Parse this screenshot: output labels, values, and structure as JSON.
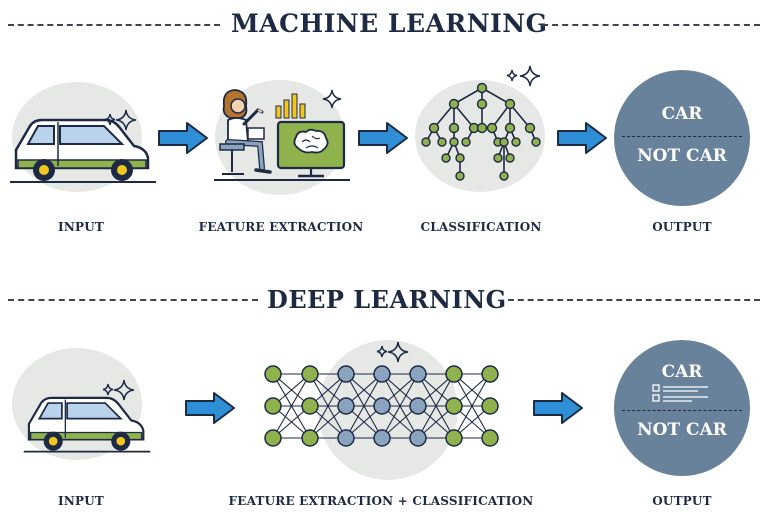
{
  "machine_learning": {
    "title": "MACHINE LEARNING",
    "steps": [
      "INPUT",
      "FEATURE EXTRACTION",
      "CLASSIFICATION",
      "OUTPUT"
    ],
    "output_top": "CAR",
    "output_bottom": "NOT CAR"
  },
  "deep_learning": {
    "title": "DEEP LEARNING",
    "steps": [
      "INPUT",
      "FEATURE EXTRACTION + CLASSIFICATION",
      "OUTPUT"
    ],
    "output_top": "CAR",
    "output_bottom": "NOT CAR"
  },
  "colors": {
    "navy": "#1e2a44",
    "arrow_blue": "#2e8fd6",
    "leaf_green": "#8fb24d",
    "node_blue": "#8aa3bf",
    "output_circle": "#68829c",
    "background_circle": "#e6e8e6"
  }
}
